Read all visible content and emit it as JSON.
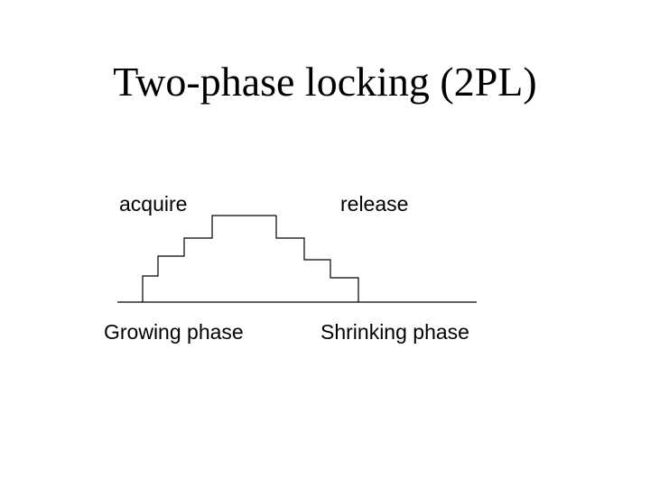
{
  "slide": {
    "title": "Two-phase locking (2PL)",
    "labels": {
      "acquire": "acquire",
      "release": "release",
      "growing_phase": "Growing phase",
      "shrinking_phase": "Shrinking phase"
    }
  },
  "colors": {
    "background": "#ffffff",
    "text": "#000000",
    "line": "#000000"
  }
}
